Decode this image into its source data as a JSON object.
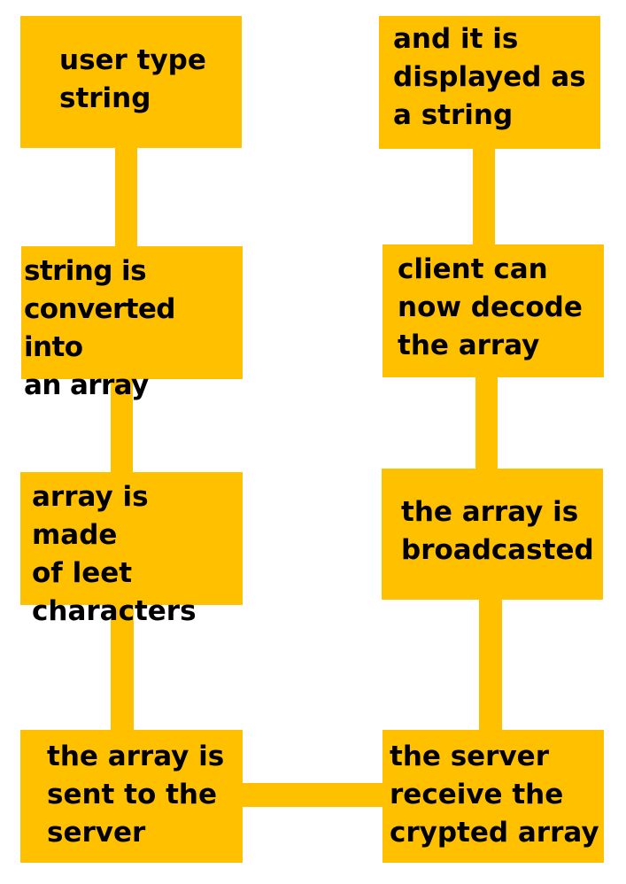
{
  "diagram": {
    "colors": {
      "box_fill": "#FFC000",
      "connector": "#FFC000",
      "text": "#000000",
      "background": "#FFFFFF"
    },
    "boxes": {
      "user_type": "user type\nstring",
      "converted": "string is\nconverted into\nan array",
      "leet": "array is made\nof leet\ncharacters",
      "sent": "the array is\nsent to the\nserver",
      "received": "the server\nreceive the\ncrypted array",
      "broadcasted": "the array is\nbroadcasted",
      "decode": "client can\nnow decode\nthe array",
      "displayed": "and it is\ndisplayed as\na string"
    }
  }
}
